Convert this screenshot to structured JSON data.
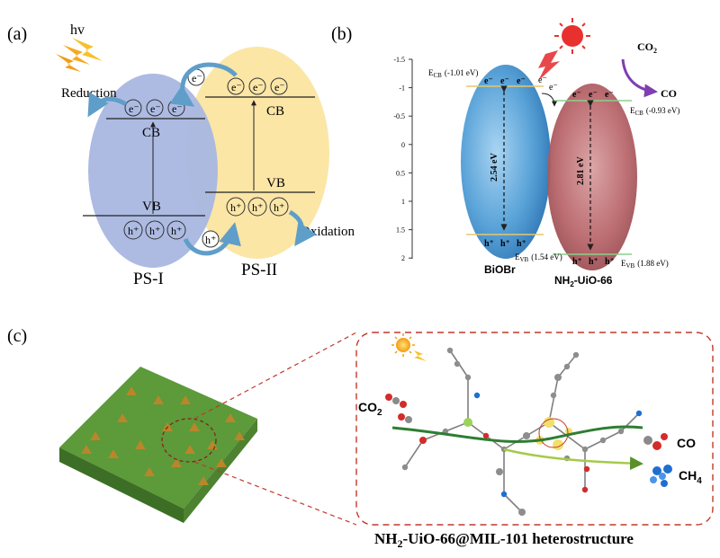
{
  "panel_a": {
    "label": "(a)",
    "hv": "hv",
    "reduction": "Reduction",
    "oxidation": "Oxidation",
    "ps1": "PS-I",
    "ps2": "PS-II",
    "cb": "CB",
    "vb": "VB",
    "electron": "e⁻",
    "hole": "h⁺",
    "colors": {
      "ps1": "#a9b7e2",
      "ps2": "#fbe6a6"
    }
  },
  "panel_b": {
    "label": "(b)",
    "y_ticks": [
      "-1.5",
      "-1",
      "-0.5",
      "0",
      "0.5",
      "1",
      "1.5",
      "2"
    ],
    "co2": "CO",
    "co2_sub": "2",
    "co": "CO",
    "ecb_left": "E",
    "ecb_left_sub": "CB",
    "ecb_left_val": "(-1.01 eV)",
    "ecb_right": "E",
    "ecb_right_sub": "CB",
    "ecb_right_val": "(-0.93 eV)",
    "evb_left": "E",
    "evb_left_sub": "VB",
    "evb_left_val": "(1.54 eV)",
    "evb_right": "E",
    "evb_right_sub": "VB",
    "evb_right_val": "(1.88 eV)",
    "gap_left": "2.54 eV",
    "gap_right": "2.81 eV",
    "material_left": "BiOBr",
    "material_right_a": "NH",
    "material_right_sub": "2",
    "material_right_b": "-UiO-66",
    "electron": "e⁻",
    "hole": "h⁺",
    "colors": {
      "left": "#5aa3d8",
      "right": "#b9676c"
    }
  },
  "panel_c": {
    "label": "(c)",
    "co2": "CO",
    "co2_sub": "2",
    "co": "CO",
    "ch4": "CH",
    "ch4_sub": "4",
    "caption_a": "NH",
    "caption_sub": "2",
    "caption_b": "-UiO-66@MIL-101 heterostructure",
    "colors": {
      "crystal": "#5c9a3a",
      "dashed": "#c0392b"
    }
  }
}
